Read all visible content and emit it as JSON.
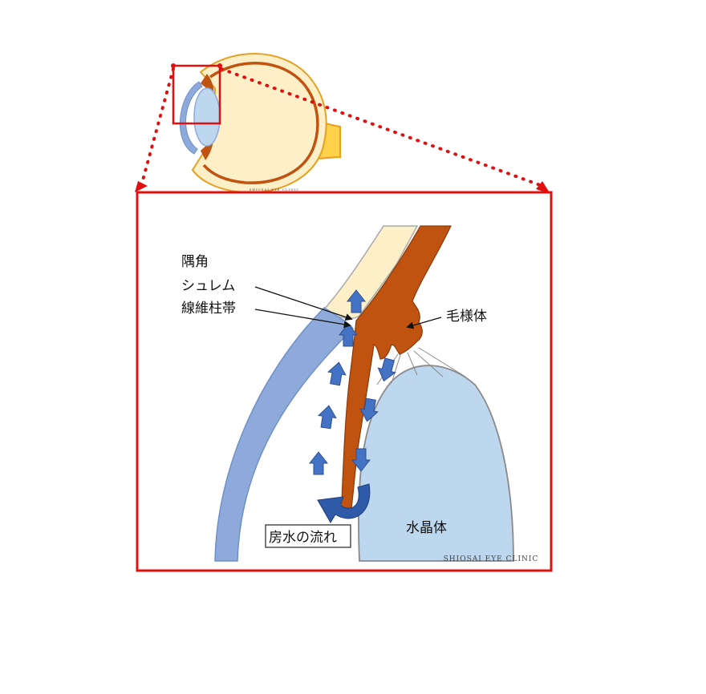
{
  "labels": {
    "angle": "隅角",
    "schlemm": "シュレム",
    "trabecular": "線維柱帯",
    "ciliary": "毛様体",
    "flow": "房水の流れ",
    "lens": "水晶体"
  },
  "watermark": {
    "small": "SHIOSAI EYE CLINIC",
    "large": "SHIOSAI EYE CLINIC"
  },
  "colors": {
    "frame_red": "#e01010",
    "sclera": "#fdf0c8",
    "sclera_outline": "#e8a020",
    "ciliary_brown": "#c0530f",
    "cornea_blue": "#8eaadb",
    "lens_blue": "#bdd7ee",
    "arrow_blue": "#4472c4",
    "nerve_yellow": "#ffd24a"
  }
}
